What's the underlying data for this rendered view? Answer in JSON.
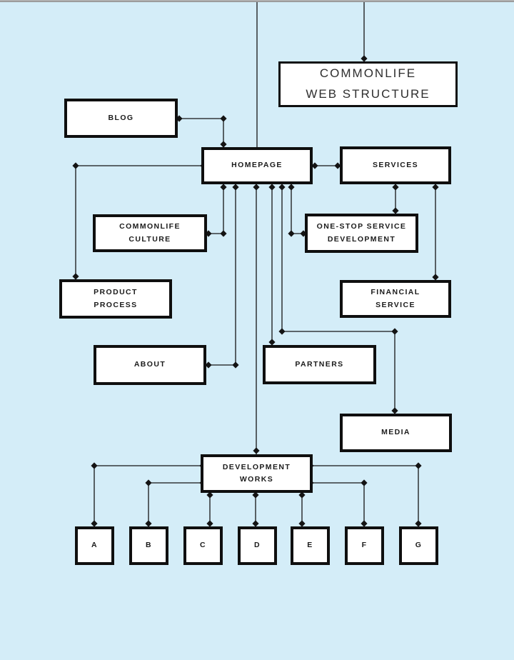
{
  "colors": {
    "background": "#d4edf8",
    "box_fill": "#ffffff",
    "box_border": "#0f0f0f",
    "connector_line": "#141414",
    "top_edge_bar": "#a5a5a5"
  },
  "title": {
    "label": "COMMONLIFE\nWEB STRUCTURE"
  },
  "nodes": {
    "blog": {
      "label": "BLOG"
    },
    "homepage": {
      "label": "HOMEPAGE"
    },
    "services": {
      "label": "SERVICES"
    },
    "commonlife_culture": {
      "label": "COMMONLIFE\nCULTURE"
    },
    "one_stop_service_development": {
      "label": "ONE-STOP SERVICE\nDEVELOPMENT"
    },
    "product_process": {
      "label": "PRODUCT\nPROCESS"
    },
    "financial_service": {
      "label": "FINANCIAL\nSERVICE"
    },
    "about": {
      "label": "ABOUT"
    },
    "partners": {
      "label": "PARTNERS"
    },
    "media": {
      "label": "MEDIA"
    },
    "development_works": {
      "label": "DEVELOPMENT\nWORKS"
    }
  },
  "leaves": [
    {
      "label": "A"
    },
    {
      "label": "B"
    },
    {
      "label": "C"
    },
    {
      "label": "D"
    },
    {
      "label": "E"
    },
    {
      "label": "F"
    },
    {
      "label": "G"
    }
  ]
}
